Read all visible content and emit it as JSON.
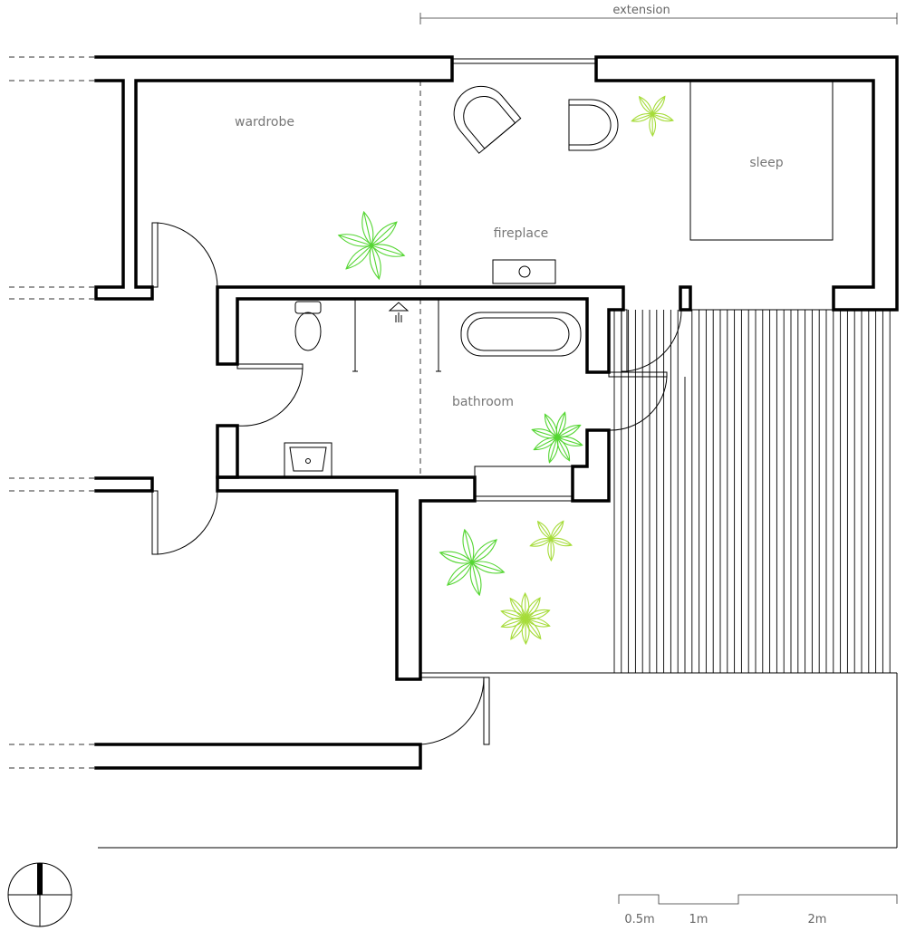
{
  "labels": {
    "extension": "extension",
    "wardrobe": "wardrobe",
    "fireplace": "fireplace",
    "sleep": "sleep",
    "bathroom": "bathroom"
  },
  "scale_bar": {
    "tick_1": "0.5m",
    "tick_2": "1m",
    "tick_3": "2m"
  },
  "colors": {
    "wall": "#000000",
    "label": "#777777",
    "plant_green": "#55d633",
    "plant_yellow_green": "#a6dc3a"
  },
  "icons": [
    "compass-icon",
    "plant-icon",
    "toilet-icon",
    "bathtub-icon",
    "sink-icon",
    "shower-icon",
    "armchair-icon"
  ]
}
